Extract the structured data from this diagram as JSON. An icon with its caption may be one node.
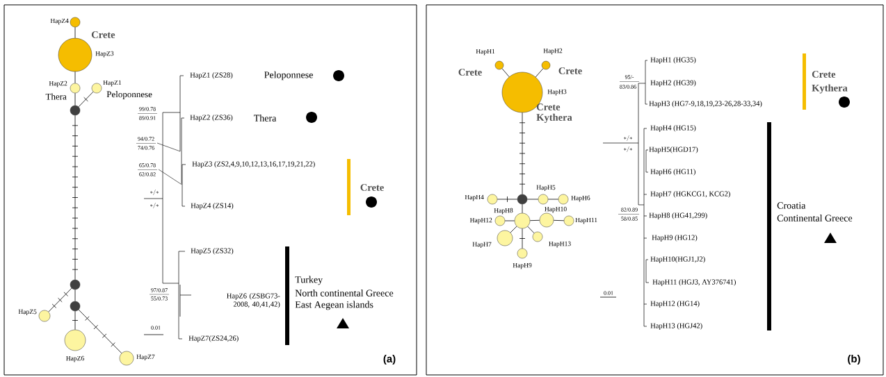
{
  "diagram": {
    "nodes": [
      {
        "text": [
          "HapZ4"
        ]
      },
      {
        "text": [
          "HapZ3"
        ],
        "beside": [
          "Crete"
        ]
      },
      {
        "text": [
          "HapZ2"
        ],
        "beside": [
          "Thera"
        ]
      },
      {
        "text": [
          "HapZ1"
        ],
        "beside": [
          "Peloponnese"
        ]
      },
      {
        "text": [],
        "shape": "circle"
      },
      {
        "text": [],
        "shape": "circle"
      },
      {
        "text": [],
        "shape": "circle"
      },
      {
        "text": [
          "HapZ5"
        ]
      },
      {
        "text": [
          "HapZ6"
        ]
      },
      {
        "text": [
          "HapZ7"
        ]
      },
      {
        "text": [
          "HapH1"
        ],
        "beside": [
          "Crete"
        ]
      },
      {
        "text": [
          "HapH2"
        ],
        "beside": [
          "Crete"
        ]
      },
      {
        "text": [
          "HapH3"
        ],
        "beside": [
          "Crete Kythera"
        ]
      },
      {
        "text": [],
        "shape": "circle"
      },
      {
        "text": [
          "HapH4"
        ]
      },
      {
        "text": [
          "HapH5"
        ]
      },
      {
        "text": [
          "HapH6"
        ]
      },
      {
        "text": [
          "HapH12"
        ]
      },
      {
        "text": [
          "HapH8"
        ]
      },
      {
        "text": [
          "HapH10"
        ]
      },
      {
        "text": [
          "HapH11"
        ]
      },
      {
        "text": [
          "HapH7"
        ]
      },
      {
        "text": [
          "HapH13"
        ]
      },
      {
        "text": [
          "HapH9"
        ]
      }
    ],
    "edges": [
      {
        "from": 0,
        "to": 1,
        "arrow": "none"
      },
      {
        "from": 1,
        "to": 2,
        "arrow": "none"
      },
      {
        "from": 2,
        "to": 4,
        "arrow": "none"
      },
      {
        "from": 4,
        "to": 3,
        "arrow": "none"
      },
      {
        "from": 4,
        "to": 5,
        "arrow": "none"
      },
      {
        "from": 5,
        "to": 7,
        "arrow": "none"
      },
      {
        "from": 5,
        "to": 6,
        "arrow": "none"
      },
      {
        "from": 6,
        "to": 8,
        "arrow": "none"
      },
      {
        "from": 6,
        "to": 9,
        "arrow": "none"
      },
      {
        "from": 10,
        "to": 12,
        "arrow": "none"
      },
      {
        "from": 11,
        "to": 12,
        "arrow": "none"
      },
      {
        "from": 12,
        "to": 13,
        "arrow": "none"
      },
      {
        "from": 13,
        "to": 14,
        "arrow": "none"
      },
      {
        "from": 13,
        "to": 15,
        "arrow": "none"
      },
      {
        "from": 15,
        "to": 16,
        "arrow": "none"
      },
      {
        "from": 13,
        "to": 18,
        "arrow": "none"
      },
      {
        "from": 18,
        "to": 17,
        "arrow": "none"
      },
      {
        "from": 18,
        "to": 19,
        "arrow": "none"
      },
      {
        "from": 19,
        "to": 20,
        "arrow": "none"
      },
      {
        "from": 18,
        "to": 21,
        "arrow": "none"
      },
      {
        "from": 18,
        "to": 22,
        "arrow": "none"
      },
      {
        "from": 18,
        "to": 23,
        "arrow": "none"
      }
    ],
    "labels": [
      "HapZ1 (ZS28)",
      "Peloponnese",
      "99/0.78",
      "89/0.91",
      "HapZ2 (ZS36)",
      "Thera",
      "94/0.72",
      "74/0.76",
      "65/0.78",
      "62/0.82",
      "HapZ3 (ZS2,4,9,10,12,13,16,17,19,21,22)",
      "Crete",
      "*/*",
      "*/*",
      "HapZ4 (ZS14)",
      "HapZ5 (ZS32)",
      "Turkey",
      "North continental Greece",
      "East Aegean islands",
      "97/0.87",
      "55/0.73",
      "HapZ6 (ZSBG73-2008, 40,41,42)",
      "0.01",
      "HapZ7(ZS24,26)",
      "(a)",
      "HapH1 (HG35)",
      "Crete",
      "95/-",
      "83/0.86",
      "HapH2 (HG39)",
      "Kythera",
      "HapH3 (HG7-9,18,19,23-26,28-33,34)",
      "HapH4 (HG15)",
      "*/*",
      "*/*",
      "HapH5(HGD17)",
      "HapH6 (HG11)",
      "HapH7 (HGKCG1, KCG2)",
      "Croatia",
      "82/0.89",
      "58/0.85",
      "HapH8 (HG41,299)",
      "Continental Greece",
      "HapH9 (HG12)",
      "HapH10(HGJ1,J2)",
      "HapH11 (HGJ3, AY376741)",
      "0.01",
      "HapH12 (HG14)",
      "HapH13 (HGJ42)",
      "(b)"
    ]
  }
}
